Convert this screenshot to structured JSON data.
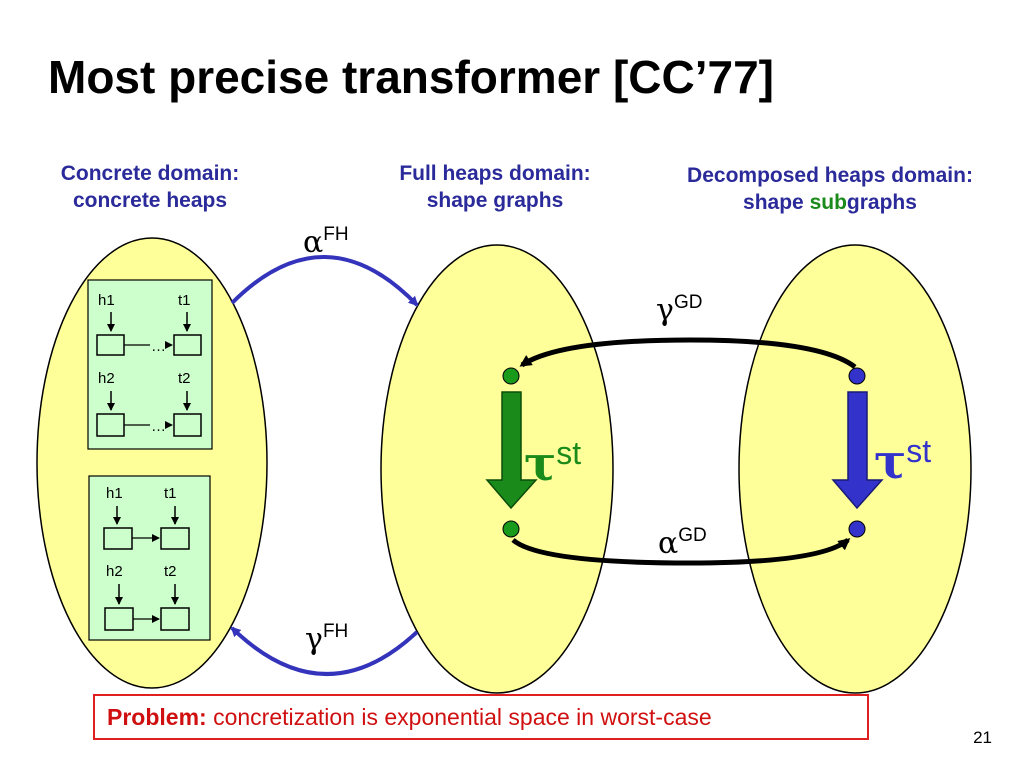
{
  "title": "Most precise transformer [CC’77]",
  "domains": [
    {
      "line1": "Concrete domain:",
      "line2": "concrete heaps"
    },
    {
      "line1": "Full heaps domain:",
      "line2": "shape graphs"
    },
    {
      "line1": "Decomposed heaps domain:",
      "line2_prefix": "shape ",
      "line2_highlight": "sub",
      "line2_suffix": "graphs"
    }
  ],
  "arrows": {
    "alpha_fh": {
      "symbol": "α",
      "sup": "FH"
    },
    "gamma_fh": {
      "symbol": "γ",
      "sup": "FH"
    },
    "gamma_gd": {
      "symbol": "γ",
      "sup": "GD"
    },
    "alpha_gd": {
      "symbol": "α",
      "sup": "GD"
    },
    "tau_green": {
      "symbol": "τ",
      "sup": "st"
    },
    "tau_blue": {
      "symbol": "τ",
      "sup": "st"
    }
  },
  "heap_boxes": [
    {
      "h1": "h1",
      "t1": "t1",
      "h2": "h2",
      "t2": "t2",
      "dots": "…"
    },
    {
      "h1": "h1",
      "t1": "t1",
      "h2": "h2",
      "t2": "t2"
    }
  ],
  "problem": {
    "label": "Problem:",
    "text": " concretization is exponential space in worst-case"
  },
  "page_number": "21",
  "colors": {
    "ellipse_fill": "#ffff99",
    "heap_box_fill": "#ccffcc",
    "arrow_blue": "#3333bb",
    "green": "#1a8a1a",
    "title_blue": "#2a2a9a",
    "problem_red": "#d01010"
  }
}
